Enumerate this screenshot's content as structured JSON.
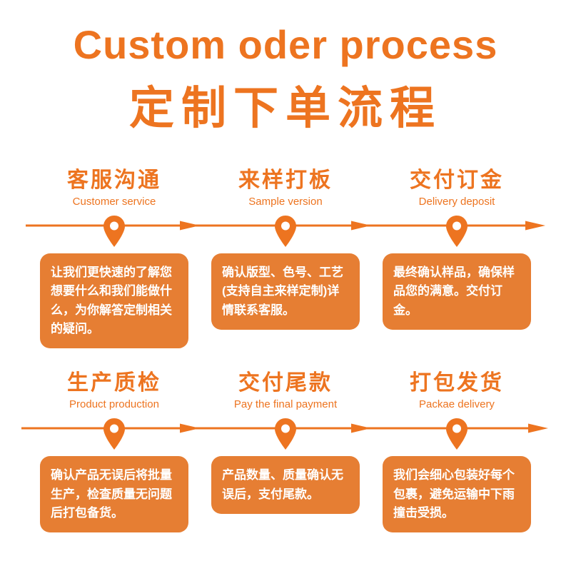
{
  "header": {
    "title_en": "Custom oder process",
    "title_zh": "定制下单流程"
  },
  "steps": [
    {
      "zh": "客服沟通",
      "en": "Customer service",
      "desc": "让我们更快速的了解您想要什么和我们能做什么，为你解答定制相关的疑问。"
    },
    {
      "zh": "来样打板",
      "en": "Sample version",
      "desc": "确认版型、色号、工艺(支持自主来样定制)详情联系客服。"
    },
    {
      "zh": "交付订金",
      "en": "Delivery deposit",
      "desc": "最终确认样品，确保样品您的满意。交付订金。"
    },
    {
      "zh": "生产质检",
      "en": "Product production",
      "desc": "确认产品无误后将批量生产，检查质量无问题后打包备货。"
    },
    {
      "zh": "交付尾款",
      "en": "Pay the final payment",
      "desc": "产品数量、质量确认无误后，支付尾款。"
    },
    {
      "zh": "打包发货",
      "en": "Packae delivery",
      "desc": "我们会细心包装好每个包裹，避免运输中下雨撞击受损。"
    }
  ],
  "colors": {
    "accent": "#ed7420",
    "box_fill": "#e67e33",
    "box_text": "#ffffff"
  }
}
